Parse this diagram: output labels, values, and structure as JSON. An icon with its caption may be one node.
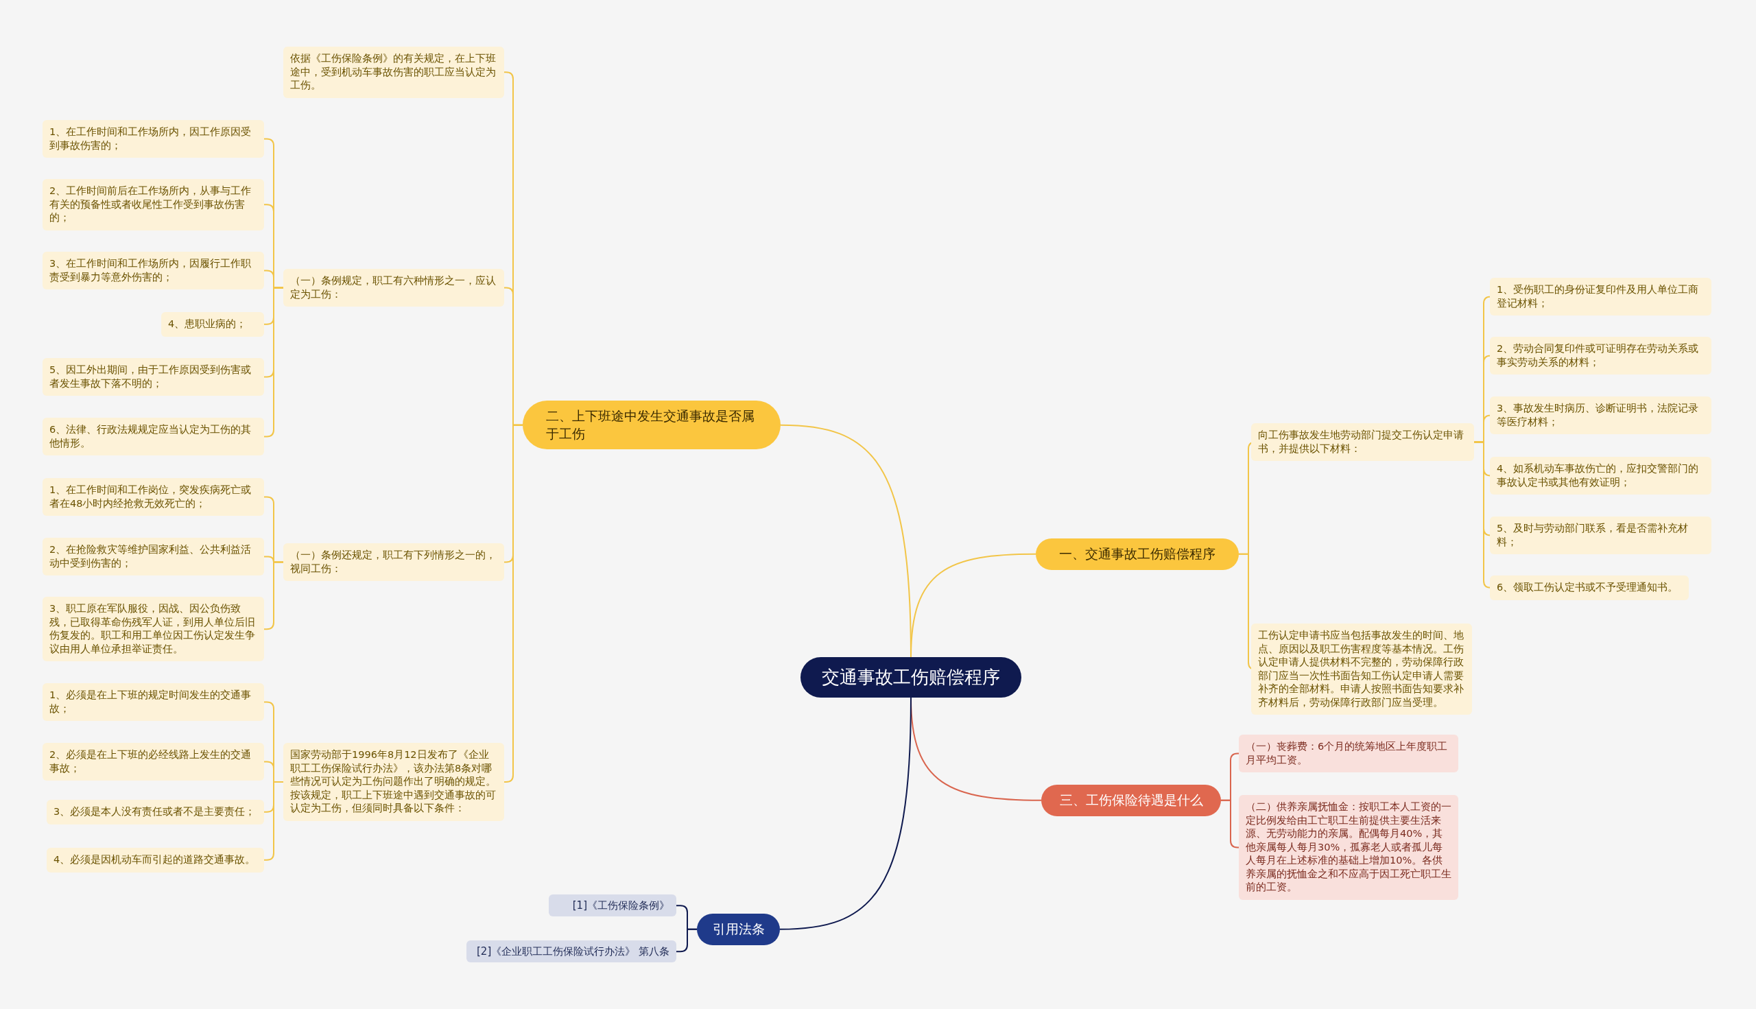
{
  "diagram": {
    "nodes": [
      {
        "text": [
          "交通事故工伤赔偿程序"
        ]
      },
      {
        "text": [
          "二、上下班途中发生交通事故是否属于工伤"
        ]
      },
      {
        "text": [
          "依据《工伤保险条例》的有关规定，在上下班途中，受到机动车事故伤害的职工应当认定为工伤。"
        ]
      },
      {
        "text": [
          "（一）条例规定，职工有六种情形之一，应认定为工伤："
        ]
      },
      {
        "text": [
          "1、在工作时间和工作场所内，因工作原因受到事故伤害的；"
        ]
      },
      {
        "text": [
          "2、工作时间前后在工作场所内，从事与工作有关的预备性或者收尾性工作受到事故伤害的；"
        ]
      },
      {
        "text": [
          "3、在工作时间和工作场所内，因履行工作职责受到暴力等意外伤害的；"
        ]
      },
      {
        "text": [
          "4、患职业病的；"
        ]
      },
      {
        "text": [
          "5、因工外出期间，由于工作原因受到伤害或者发生事故下落不明的；"
        ]
      },
      {
        "text": [
          "6、法律、行政法规规定应当认定为工伤的其他情形。"
        ]
      },
      {
        "text": [
          "（一）条例还规定，职工有下列情形之一的，视同工伤："
        ]
      },
      {
        "text": [
          "1、在工作时间和工作岗位，突发疾病死亡或者在48小时内经抢救无效死亡的；"
        ]
      },
      {
        "text": [
          "2、在抢险救灾等维护国家利益、公共利益活动中受到伤害的；"
        ]
      },
      {
        "text": [
          "3、职工原在军队服役，因战、因公负伤致残，已取得革命伤残军人证，到用人单位后旧伤复发的。职工和用工单位因工伤认定发生争议由用人单位承担举证责任。"
        ]
      },
      {
        "text": [
          "国家劳动部于1996年8月12日发布了《企业职工工伤保险试行办法》，该办法第8条对哪些情况可认定为工伤问题作出了明确的规定。按该规定，职工上下班途中遇到交通事故的可认定为工伤，但须同时具备以下条件："
        ]
      },
      {
        "text": [
          "1、必须是在上下班的规定时间发生的交通事故；"
        ]
      },
      {
        "text": [
          "2、必须是在上下班的必经线路上发生的交通事故；"
        ]
      },
      {
        "text": [
          "3、必须是本人没有责任或者不是主要责任；"
        ]
      },
      {
        "text": [
          "4、必须是因机动车而引起的道路交通事故。"
        ]
      },
      {
        "text": [
          "一、交通事故工伤赔偿程序"
        ]
      },
      {
        "text": [
          "向工伤事故发生地劳动部门提交工伤认定申请书，并提供以下材料："
        ]
      },
      {
        "text": [
          "1、受伤职工的身份证复印件及用人单位工商登记材料；"
        ]
      },
      {
        "text": [
          "2、劳动合同复印件或可证明存在劳动关系或事实劳动关系的材料；"
        ]
      },
      {
        "text": [
          "3、事故发生时病历、诊断证明书，法院记录等医疗材料；"
        ]
      },
      {
        "text": [
          "4、如系机动车事故伤亡的，应扣交警部门的事故认定书或其他有效证明；"
        ]
      },
      {
        "text": [
          "5、及时与劳动部门联系，看是否需补充材料；"
        ]
      },
      {
        "text": [
          "6、领取工伤认定书或不予受理通知书。"
        ]
      },
      {
        "text": [
          "工伤认定申请书应当包括事故发生的时间、地点、原因以及职工伤害程度等基本情况。工伤认定申请人提供材料不完整的，劳动保障行政部门应当一次性书面告知工伤认定申请人需要补齐的全部材料。申请人按照书面告知要求补齐材料后，劳动保障行政部门应当受理。"
        ]
      },
      {
        "text": [
          "三、工伤保险待遇是什么"
        ]
      },
      {
        "text": [
          "（一）丧葬费：6个月的统筹地区上年度职工月平均工资。"
        ]
      },
      {
        "text": [
          "（二）供养亲属抚恤金：按职工本人工资的一定比例发给由工亡职工生前提供主要生活来源、无劳动能力的亲属。配偶每月40%，其他亲属每人每月30%，孤寡老人或者孤儿每人每月在上述标准的基础上增加10%。各供养亲属的抚恤金之和不应高于因工死亡职工生前的工资。"
        ]
      },
      {
        "text": [
          "引用法条"
        ]
      },
      {
        "text": [
          "[1]《工伤保险条例》"
        ]
      },
      {
        "text": [
          "[2]《企业职工工伤保险试行办法》 第八条"
        ]
      }
    ],
    "edges": [
      {
        "from": 0,
        "to": 1,
        "arrow": "none"
      },
      {
        "from": 1,
        "to": 2,
        "arrow": "none"
      },
      {
        "from": 1,
        "to": 3,
        "arrow": "none"
      },
      {
        "from": 3,
        "to": 4,
        "arrow": "none"
      },
      {
        "from": 3,
        "to": 5,
        "arrow": "none"
      },
      {
        "from": 3,
        "to": 6,
        "arrow": "none"
      },
      {
        "from": 3,
        "to": 7,
        "arrow": "none"
      },
      {
        "from": 3,
        "to": 8,
        "arrow": "none"
      },
      {
        "from": 3,
        "to": 9,
        "arrow": "none"
      },
      {
        "from": 1,
        "to": 10,
        "arrow": "none"
      },
      {
        "from": 10,
        "to": 11,
        "arrow": "none"
      },
      {
        "from": 10,
        "to": 12,
        "arrow": "none"
      },
      {
        "from": 10,
        "to": 13,
        "arrow": "none"
      },
      {
        "from": 1,
        "to": 14,
        "arrow": "none"
      },
      {
        "from": 14,
        "to": 15,
        "arrow": "none"
      },
      {
        "from": 14,
        "to": 16,
        "arrow": "none"
      },
      {
        "from": 14,
        "to": 17,
        "arrow": "none"
      },
      {
        "from": 14,
        "to": 18,
        "arrow": "none"
      },
      {
        "from": 0,
        "to": 19,
        "arrow": "none"
      },
      {
        "from": 19,
        "to": 20,
        "arrow": "none"
      },
      {
        "from": 20,
        "to": 21,
        "arrow": "none"
      },
      {
        "from": 20,
        "to": 22,
        "arrow": "none"
      },
      {
        "from": 20,
        "to": 23,
        "arrow": "none"
      },
      {
        "from": 20,
        "to": 24,
        "arrow": "none"
      },
      {
        "from": 20,
        "to": 25,
        "arrow": "none"
      },
      {
        "from": 20,
        "to": 26,
        "arrow": "none"
      },
      {
        "from": 19,
        "to": 27,
        "arrow": "none"
      },
      {
        "from": 0,
        "to": 28,
        "arrow": "none",
        "color": "#d9654e"
      },
      {
        "from": 28,
        "to": 29,
        "arrow": "none",
        "color": "#d9654e"
      },
      {
        "from": 28,
        "to": 30,
        "arrow": "none",
        "color": "#d9654e"
      },
      {
        "from": 0,
        "to": 31,
        "arrow": "none",
        "color": "#0f1a4f"
      },
      {
        "from": 31,
        "to": 32,
        "arrow": "none",
        "color": "#0f1a4f"
      },
      {
        "from": 31,
        "to": 33,
        "arrow": "none",
        "color": "#0f1a4f"
      }
    ]
  }
}
